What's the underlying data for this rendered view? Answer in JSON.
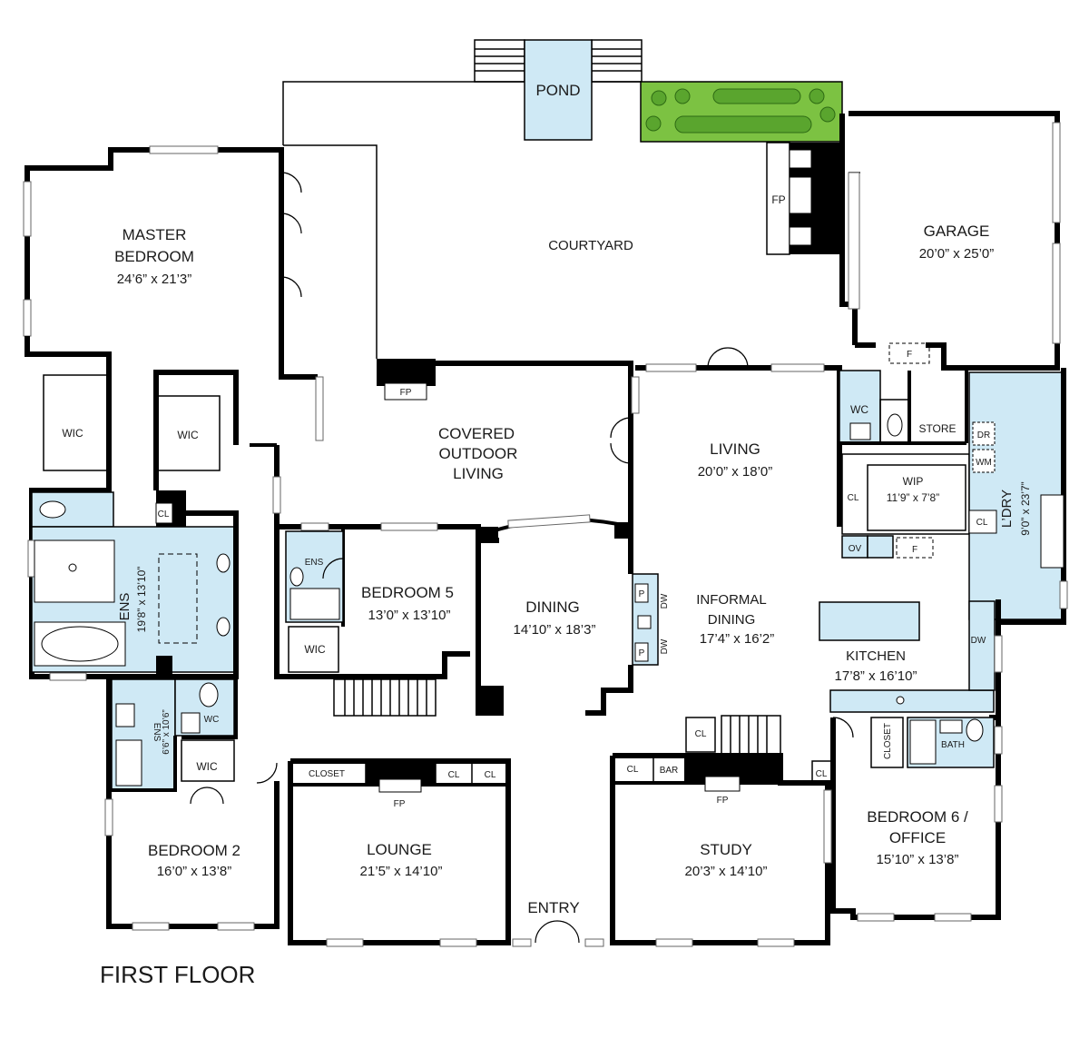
{
  "plan": {
    "title": "FIRST FLOOR",
    "colors": {
      "wet_area": "#cfe9f5",
      "garden": "#7cc242",
      "wall": "#000000"
    },
    "rooms": {
      "pond": "POND",
      "courtyard": "COURTYARD",
      "garage": {
        "name": "GARAGE",
        "dims": "20’0” x 25’0”"
      },
      "master": {
        "name1": "MASTER",
        "name2": "BEDROOM",
        "dims": "24’6” x 21’3”"
      },
      "covered": {
        "l1": "COVERED",
        "l2": "OUTDOOR",
        "l3": "LIVING"
      },
      "living": {
        "name": "LIVING",
        "dims": "20’0” x 18’0”"
      },
      "wip": {
        "name": "WIP",
        "dims": "11’9” x 7’8”"
      },
      "laundry": {
        "name": "L’DRY",
        "dims": "9’0” x 23’7”"
      },
      "bedroom5": {
        "name": "BEDROOM 5",
        "dims": "13’0” x 13’10”"
      },
      "dining": {
        "name": "DINING",
        "dims": "14’10” x 18’3”"
      },
      "informal": {
        "l1": "INFORMAL",
        "l2": "DINING",
        "dims": "17’4” x 16’2”"
      },
      "kitchen": {
        "name": "KITCHEN",
        "dims": "17’8” x 16’10”"
      },
      "ens_master": {
        "name": "ENS",
        "dims": "19’8” x 13’10”"
      },
      "ens2": {
        "name": "ENS",
        "dims": "6’6” x 10’6”"
      },
      "bedroom2": {
        "name": "BEDROOM 2",
        "dims": "16’0” x 13’8”"
      },
      "lounge": {
        "name": "LOUNGE",
        "dims": "21’5” x 14’10”"
      },
      "study": {
        "name": "STUDY",
        "dims": "20’3” x 14’10”"
      },
      "bedroom6": {
        "l1": "BEDROOM 6 /",
        "l2": "OFFICE",
        "dims": "15’10” x 13’8”"
      },
      "entry": "ENTRY"
    },
    "tags": {
      "fp": "FP",
      "wic": "WIC",
      "wc": "WC",
      "cl": "CL",
      "ens": "ENS",
      "store": "STORE",
      "closet": "CLOSET",
      "bar": "BAR",
      "bath": "BATH",
      "dr": "DR",
      "wm": "WM",
      "ov": "OV",
      "f": "F",
      "dw": "DW",
      "p": "P"
    }
  }
}
